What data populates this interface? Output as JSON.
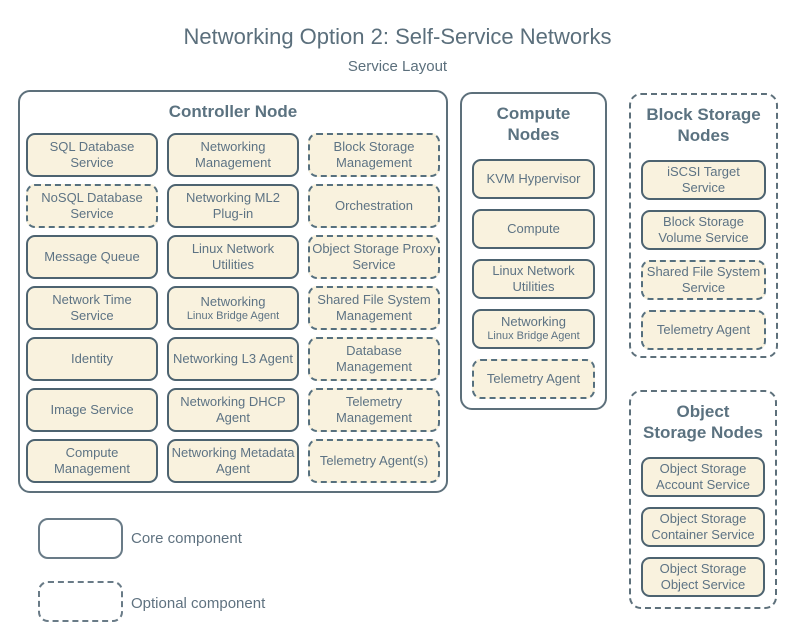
{
  "title": "Networking Option 2: Self-Service Networks",
  "subtitle": "Service Layout",
  "colors": {
    "box_fill": "#f9f2de",
    "box_border": "#4d6370",
    "box_text": "#5d7384",
    "container_border": "#5d707b",
    "heading_text": "#5b6f7c"
  },
  "containers": [
    {
      "id": "controller",
      "title": "Controller Node",
      "style": "solid",
      "services": [
        {
          "label": "SQL Database Service",
          "style": "core"
        },
        {
          "label": "Networking Management",
          "style": "core"
        },
        {
          "label": "Block Storage Management",
          "style": "optional"
        },
        {
          "label": "NoSQL Database Service",
          "style": "optional"
        },
        {
          "label": "Networking ML2 Plug-in",
          "style": "core"
        },
        {
          "label": "Orchestration",
          "style": "optional"
        },
        {
          "label": "Message Queue",
          "style": "core"
        },
        {
          "label": "Linux Network Utilities",
          "style": "core"
        },
        {
          "label": "Object Storage Proxy Service",
          "style": "optional"
        },
        {
          "label": "Network Time Service",
          "style": "core"
        },
        {
          "label": "Networking",
          "sub": "Linux Bridge Agent",
          "style": "core"
        },
        {
          "label": "Shared File System Management",
          "style": "optional"
        },
        {
          "label": "Identity",
          "style": "core"
        },
        {
          "label": "Networking L3 Agent",
          "style": "core"
        },
        {
          "label": "Database Management",
          "style": "optional"
        },
        {
          "label": "Image Service",
          "style": "core"
        },
        {
          "label": "Networking DHCP Agent",
          "style": "core"
        },
        {
          "label": "Telemetry Management",
          "style": "optional"
        },
        {
          "label": "Compute Management",
          "style": "core"
        },
        {
          "label": "Networking Metadata Agent",
          "style": "core"
        },
        {
          "label": "Telemetry Agent(s)",
          "style": "optional"
        }
      ]
    },
    {
      "id": "compute",
      "title": "Compute\nNodes",
      "style": "solid",
      "services": [
        {
          "label": "KVM Hypervisor",
          "style": "core"
        },
        {
          "label": "Compute",
          "style": "core"
        },
        {
          "label": "Linux Network Utilities",
          "style": "core"
        },
        {
          "label": "Networking",
          "sub": "Linux Bridge Agent",
          "style": "core"
        },
        {
          "label": "Telemetry Agent",
          "style": "optional"
        }
      ]
    },
    {
      "id": "block-storage",
      "title": "Block Storage\nNodes",
      "style": "dashed",
      "services": [
        {
          "label": "iSCSI Target Service",
          "style": "core"
        },
        {
          "label": "Block Storage Volume Service",
          "style": "core"
        },
        {
          "label": "Shared File System Service",
          "style": "optional"
        },
        {
          "label": "Telemetry Agent",
          "style": "optional"
        }
      ]
    },
    {
      "id": "object-storage",
      "title": "Object\nStorage Nodes",
      "style": "dashed",
      "services": [
        {
          "label": "Object Storage Account Service",
          "style": "core"
        },
        {
          "label": "Object Storage Container Service",
          "style": "core"
        },
        {
          "label": "Object Storage Object Service",
          "style": "core"
        }
      ]
    }
  ],
  "legend": [
    {
      "style": "core",
      "label": "Core component"
    },
    {
      "style": "optional",
      "label": "Optional component"
    }
  ]
}
